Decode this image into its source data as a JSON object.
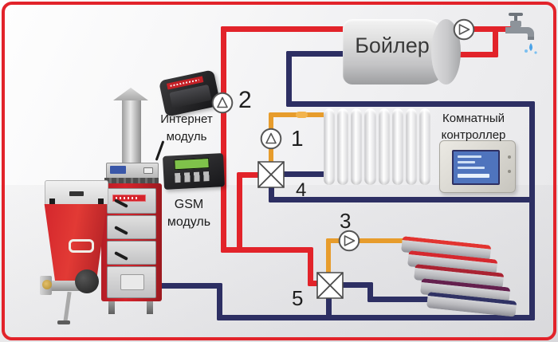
{
  "labels": {
    "tank": "Бойлер",
    "internet_module": [
      "Интернет",
      "модуль"
    ],
    "gsm_module": [
      "GSM",
      "модуль"
    ],
    "room_controller": [
      "Комнатный",
      "контроллер"
    ]
  },
  "markers": {
    "pump_radiator": "1",
    "pump_dhw_loop": "2",
    "pump_floor": "3",
    "valve_radiator": "4",
    "valve_floor": "5"
  },
  "icons": {
    "pump": "circle with flow triangle",
    "mixing_valve": "four-triangle cross",
    "faucet": "tap with water drop",
    "radiator": "sectional column radiator",
    "floor_heating": "stacked heating coils"
  },
  "colors": {
    "pipe_red": "#e2232a",
    "pipe_navy": "#2d2f63",
    "pipe_orange": "#e79c2c",
    "boiler_red": "#d5232b",
    "hopper_red": "#d3262c",
    "slab_1": "#e23430",
    "slab_2": "#d5282e",
    "slab_3": "#aa2332",
    "slab_4": "#64204e",
    "slab_5": "#303264",
    "lcd_panel": "#3a57a8",
    "lcd_gsm": "#7fc24a",
    "lcd_room": "#4f74bd"
  }
}
